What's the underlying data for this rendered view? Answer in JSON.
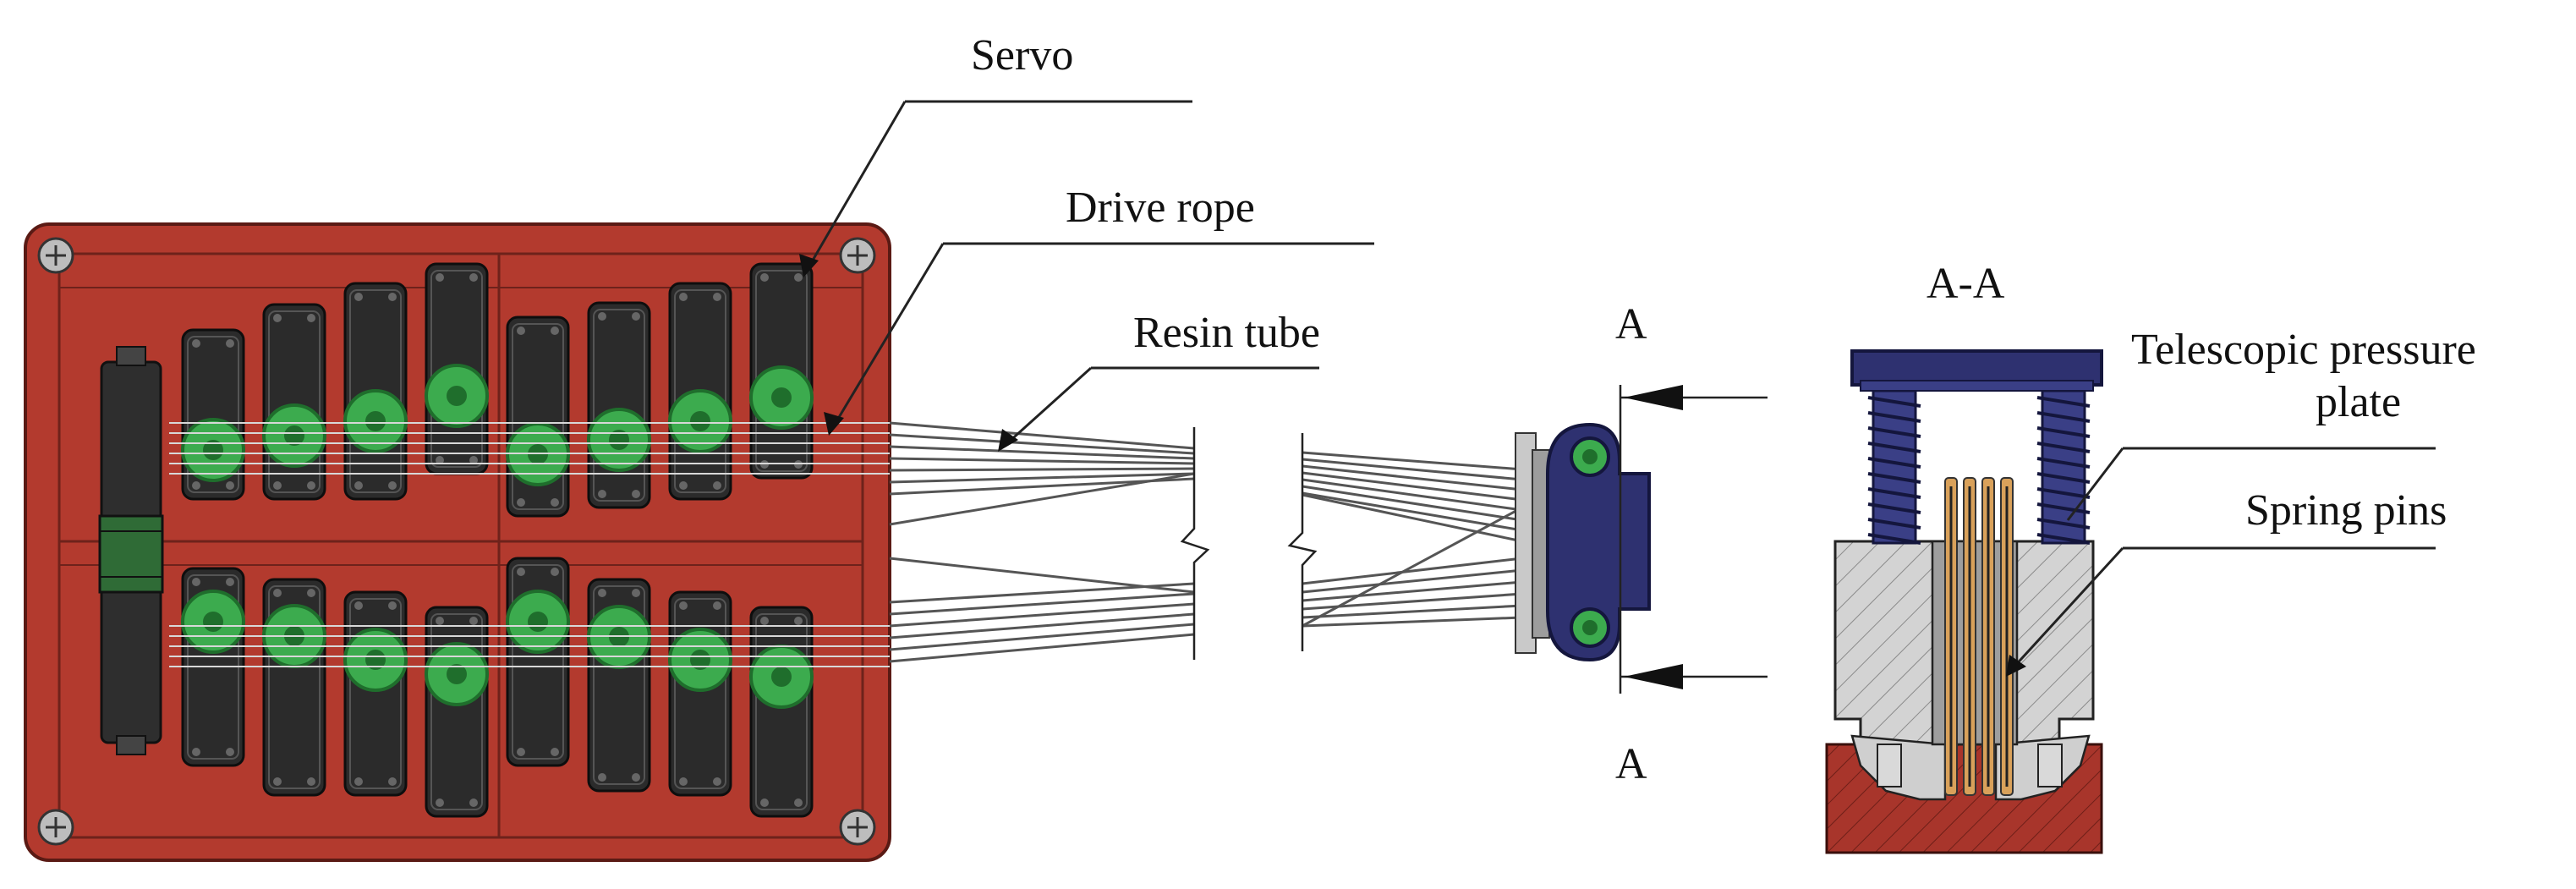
{
  "labels": {
    "servo": "Servo",
    "drive_rope": "Drive rope",
    "resin_tube": "Resin tube",
    "section_top": "A",
    "section_bottom": "A",
    "section_title": "A-A",
    "telescopic_line1": "Telescopic pressure",
    "telescopic_line2": "plate",
    "spring_pins": "Spring pins"
  },
  "colors": {
    "base_plate": "#b33a2e",
    "base_plate_dark": "#8e2a20",
    "servo_body": "#2b2b2b",
    "servo_horn": "#3cab4e",
    "servo_horn_dark": "#1f6e2c",
    "connector": "#2e3170",
    "pressure_plate": "#3a3f86",
    "housing": "#d6d6d6",
    "tube": "#b9b9b9"
  },
  "icons": {
    "corner_screw": "screw-icon",
    "section_arrow": "arrow-left-icon"
  }
}
